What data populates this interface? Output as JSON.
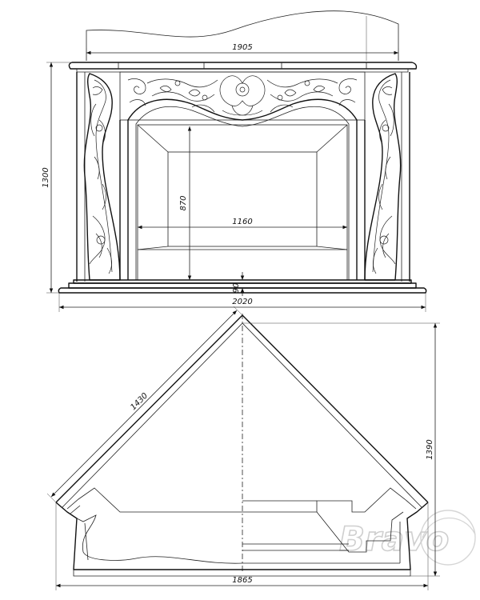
{
  "front_view": {
    "dimensions": {
      "mantel_width": "1905",
      "total_height": "1300",
      "opening_height": "870",
      "opening_width": "1160",
      "hearth_offset": "90",
      "base_width": "2020"
    }
  },
  "top_view": {
    "dimensions": {
      "side_length": "1430",
      "depth": "1390",
      "front_width": "1865"
    }
  },
  "watermark": {
    "text": "Bravo",
    "color": "#cfcfcf"
  },
  "colors": {
    "line": "#111111",
    "background": "#ffffff"
  }
}
